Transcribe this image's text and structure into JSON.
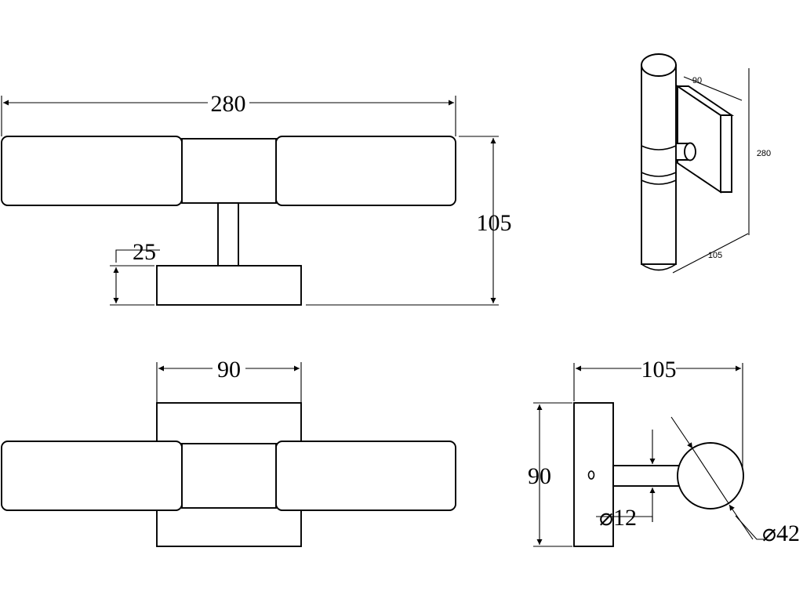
{
  "dimensions": {
    "front_width": "280",
    "front_height": "105",
    "base_thickness": "25",
    "top_base_width": "90",
    "side_depth": "105",
    "side_height": "90",
    "arm_diameter": "⌀12",
    "tube_diameter": "⌀42"
  },
  "iso_labels": {
    "depth": "90",
    "height": "280",
    "width": "105"
  }
}
